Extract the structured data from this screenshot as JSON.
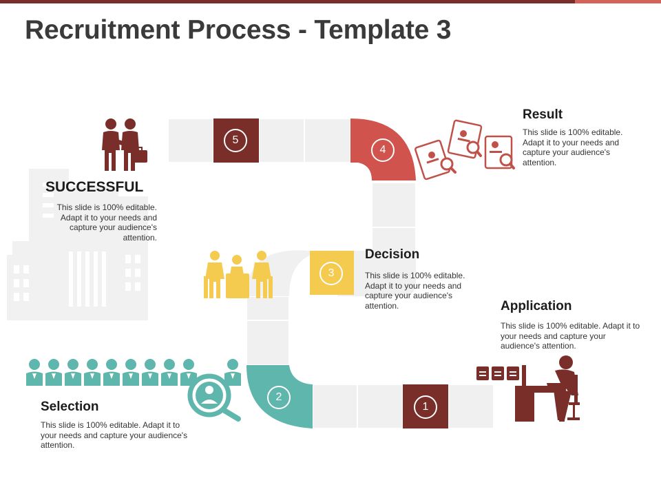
{
  "slide": {
    "title": "Recruitment Process - Template 3",
    "colors": {
      "maroon": "#7a2e2a",
      "red": "#d0534d",
      "yellow": "#f4ca4f",
      "teal": "#5fb6ad",
      "track": "#f0f0f0",
      "building": "#f1f1f1"
    }
  },
  "steps": [
    {
      "number": "1",
      "heading": "Application",
      "text": "This slide is 100% editable. Adapt it to your needs and capture your audience's attention.",
      "icon": "desk-worker-icon"
    },
    {
      "number": "2",
      "heading": "Selection",
      "text": "This slide is 100% editable. Adapt it to your needs and capture your audience's attention.",
      "icon": "candidate-search-icon"
    },
    {
      "number": "3",
      "heading": "Decision",
      "text": "This slide is 100% editable. Adapt it to your needs and capture your audience's attention.",
      "icon": "meeting-table-icon"
    },
    {
      "number": "4",
      "heading": "Result",
      "text": "This slide is 100% editable. Adapt it to your needs and capture your audience's attention.",
      "icon": "resume-search-icon"
    },
    {
      "number": "5",
      "heading": "SUCCESSFUL",
      "text": "This slide is 100% editable. Adapt it to your needs and capture your audience's attention.",
      "icon": "handshake-icon"
    }
  ]
}
